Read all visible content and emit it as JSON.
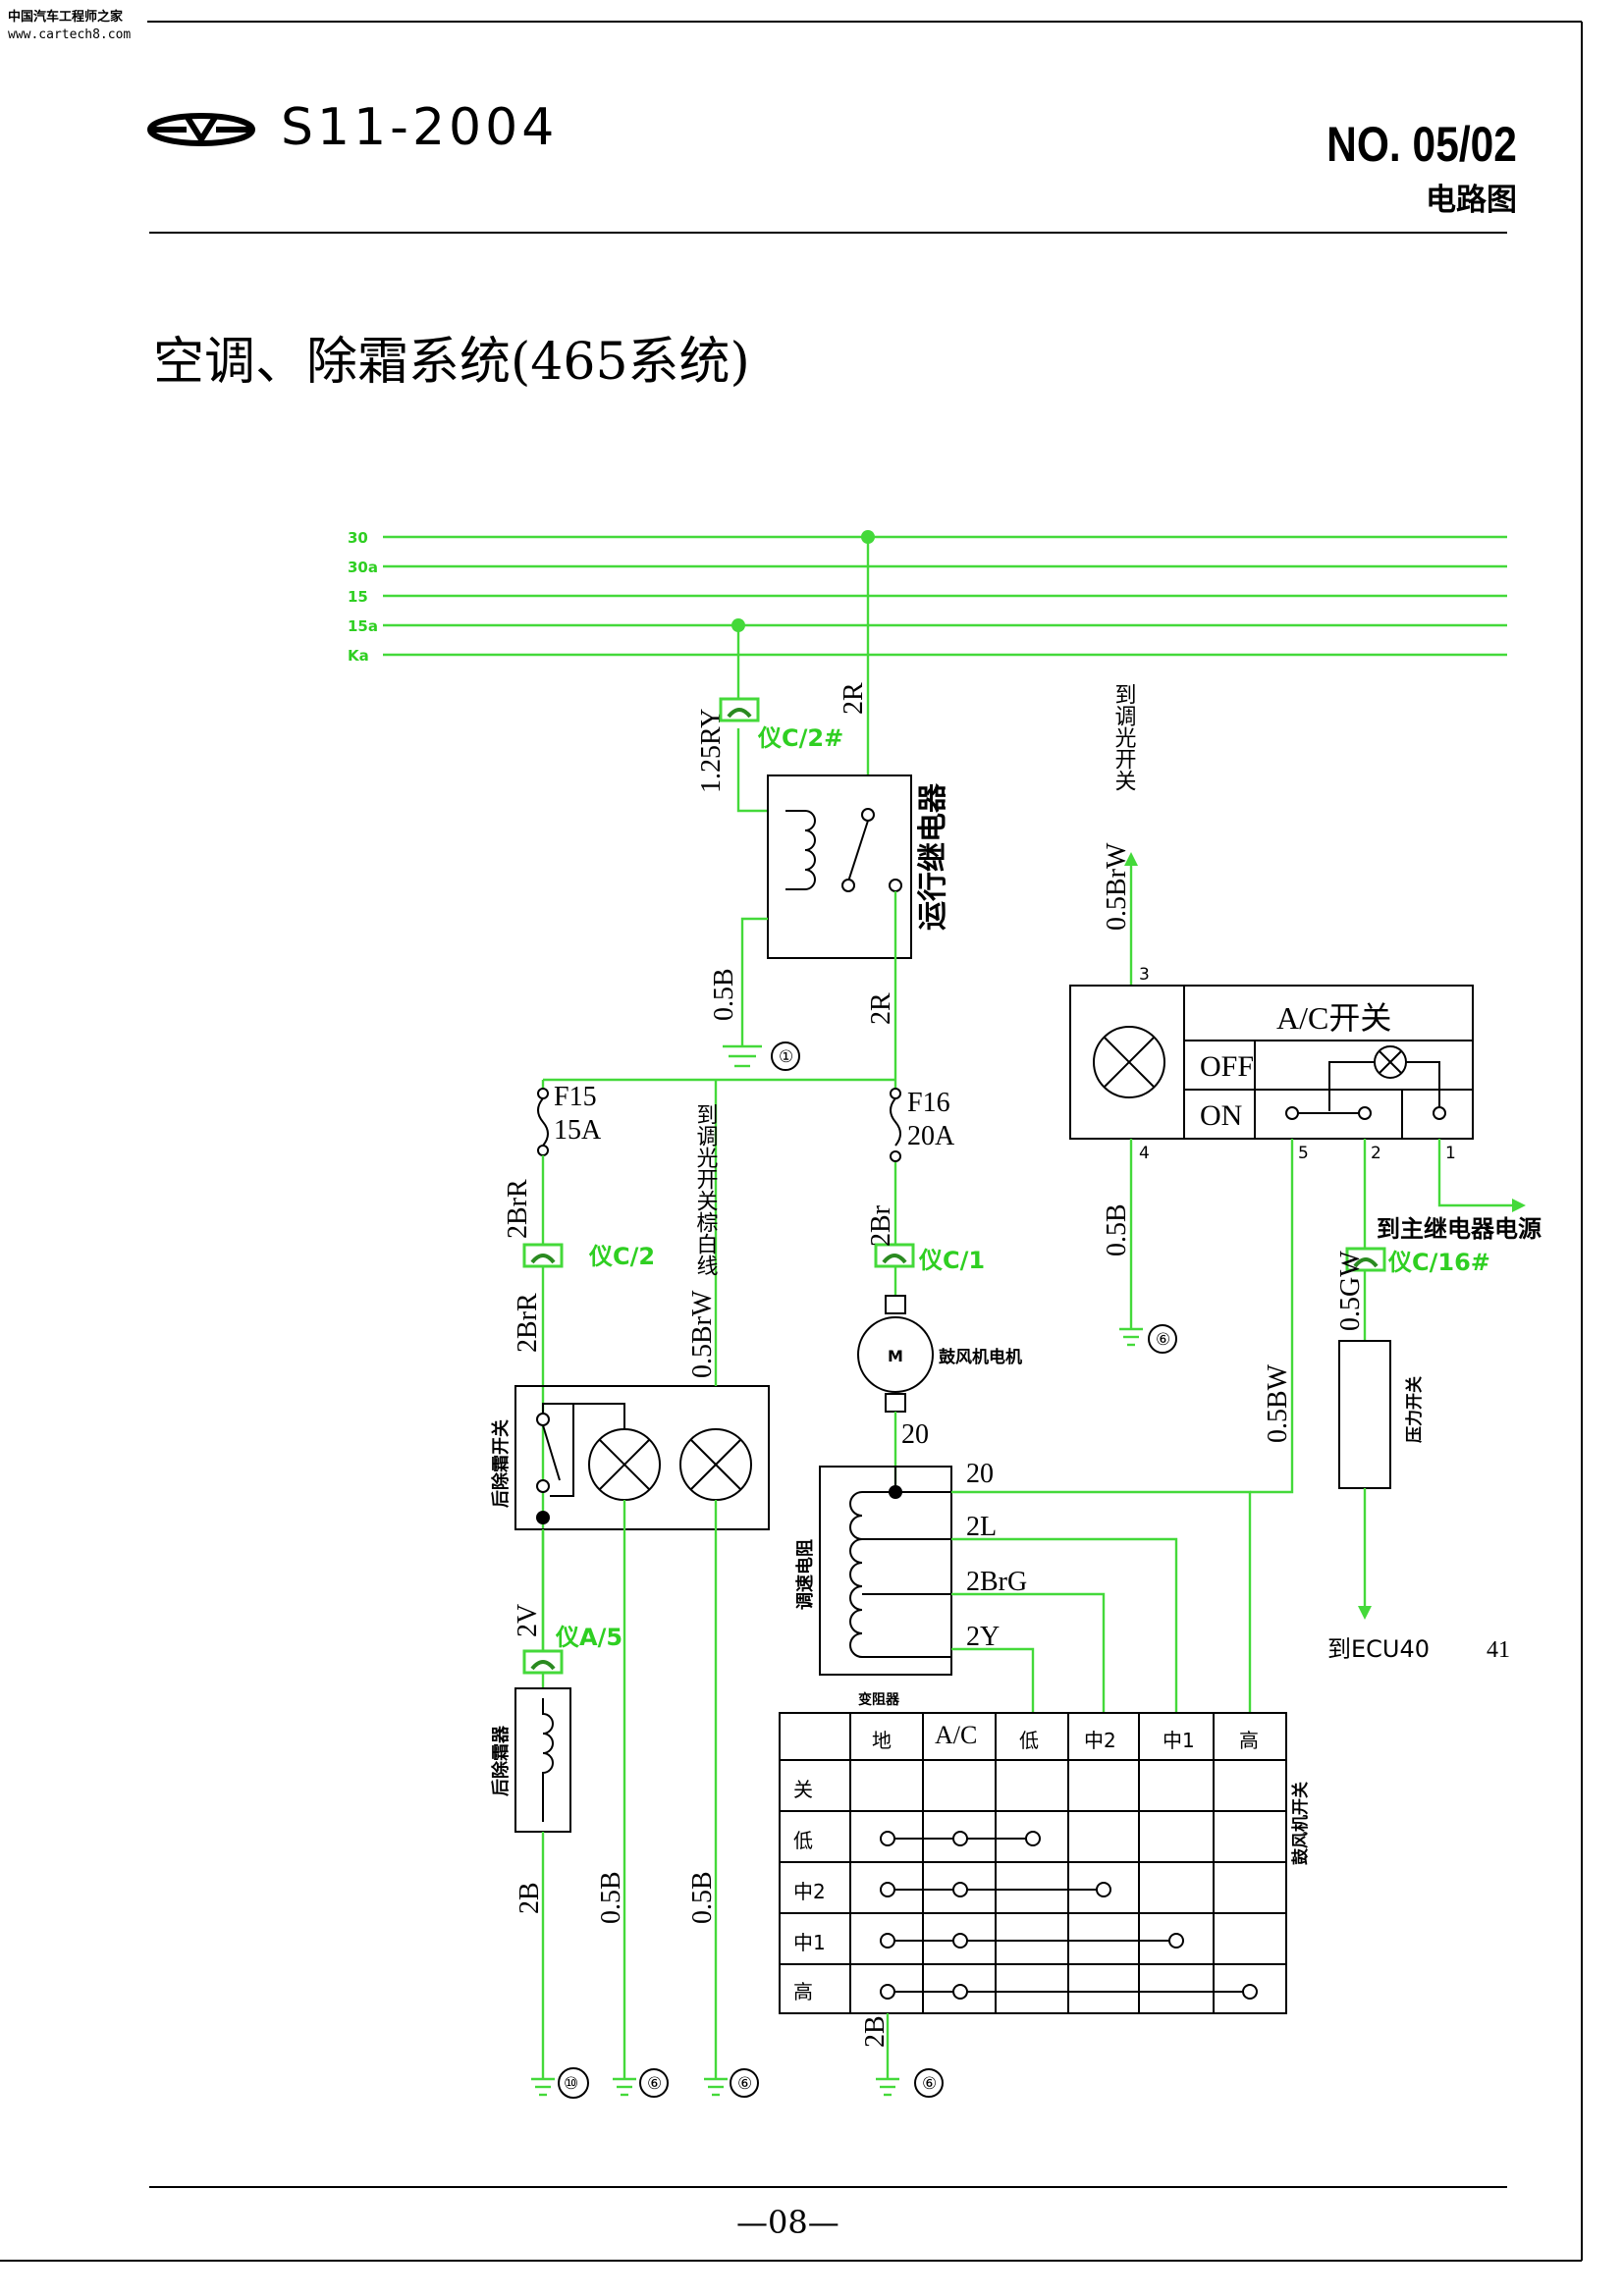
{
  "watermark": {
    "line1": "中国汽车工程师之家",
    "line2": "www.cartech8.com"
  },
  "header": {
    "model": "S11-2004",
    "doc_no": "NO. 05/02",
    "doc_type": "电路图"
  },
  "title": "空调、除霜系统(465系统)",
  "page_number": "—08—",
  "colors": {
    "wire": "#44d93a",
    "line": "#000000"
  },
  "icons": [
    "chery-logo-icon",
    "ground-icon",
    "fuse-icon",
    "lamp-icon",
    "motor-icon",
    "coil-icon",
    "connector-icon",
    "arrow-icon"
  ],
  "bus_lines": [
    "30",
    "30a",
    "15",
    "15a",
    "Ka"
  ],
  "relay": {
    "label": "运行继电器",
    "wire_in_coil": "1.25RY",
    "connector": "仪C/2#",
    "wire_supply": "2R",
    "wire_out": "2R",
    "wire_ground": "0.5B",
    "ground_no": "①"
  },
  "fuses": {
    "f15": {
      "name": "F15",
      "rating": "15A"
    },
    "f16": {
      "name": "F16",
      "rating": "20A"
    }
  },
  "left_branch": {
    "wire1": "2BrR",
    "connector": "仪C/2",
    "wire2": "2BrR",
    "switch_label": "后除霜开关",
    "wire_to_heater": "2V",
    "connector2": "仪A/5",
    "heater_label": "后除霜器",
    "wire_ground1": "2B",
    "wire_ground2": "0.5B",
    "wire_ground3": "0.5B",
    "ground_nos": [
      "⑩",
      "⑥",
      "⑥"
    ],
    "to_dimmer_text": "到调光开关棕白线",
    "wire_lamp": "0.5BrW"
  },
  "blower": {
    "wire": "2Br",
    "connector": "仪C/1",
    "motor_symbol": "M",
    "motor_label": "鼓风机电机",
    "wire_out": "20",
    "resistor_label": "调速电阻",
    "taps": [
      "20",
      "2L",
      "2BrG",
      "2Y"
    ]
  },
  "speed_switch": {
    "caption": "变阻器",
    "side_label": "鼓风机开关",
    "columns": [
      "地",
      "A/C",
      "低",
      "中2",
      "中1",
      "高"
    ],
    "rows": [
      "关",
      "低",
      "中2",
      "中1",
      "高"
    ],
    "ground_wire": "2B",
    "ground_no": "⑥"
  },
  "ac_switch": {
    "title": "A/C开关",
    "off": "OFF",
    "on": "ON",
    "pins": [
      "3",
      "4",
      "5",
      "2",
      "1"
    ],
    "to_dimmer_text": "到调光开关",
    "wire_top": "0.5BrW",
    "wire_ground": "0.5B",
    "ground_no": "⑥",
    "wire_5": "0.5BW",
    "to_main_relay": "到主继电器电源",
    "wire_2": "0.5GW",
    "connector": "仪C/16#",
    "pressure_label": "压力开关",
    "to_ecu": "到ECU40",
    "ecu_pin": "41"
  }
}
